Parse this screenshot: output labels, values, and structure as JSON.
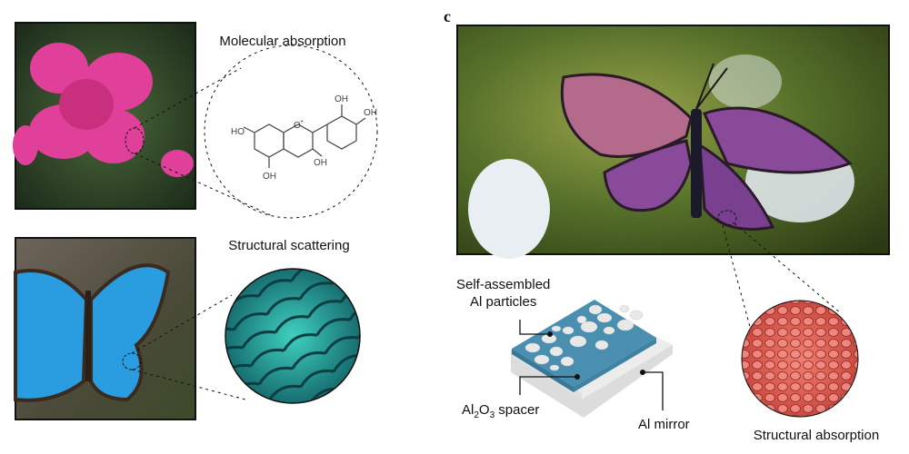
{
  "panel_c_label": "c",
  "panel_a": {
    "title": "Molecular absorption",
    "chem_labels": {
      "oh_top": "OH",
      "oh_right": "OH",
      "ho_left": "HO",
      "o_plus": "O",
      "plus": "+",
      "oh_mid": "OH",
      "oh_bottom": "OH"
    }
  },
  "panel_b": {
    "title": "Structural scattering"
  },
  "panel_c": {
    "diagram": {
      "particles_line1": "Self-assembled",
      "particles_line2": "Al particles",
      "spacer_al": "Al",
      "spacer_sub2": "2",
      "spacer_o": "O",
      "spacer_sub3": "3",
      "spacer_rest": " spacer",
      "mirror": "Al mirror"
    },
    "inset_caption": "Structural absorption"
  },
  "colors": {
    "spacer": "#4a8fb0",
    "mirror": "#e6e6e6",
    "particle": "#e8e8e8",
    "morpho": "#2a9de0",
    "flower": "#e0409a",
    "sem": "#e0605a"
  }
}
